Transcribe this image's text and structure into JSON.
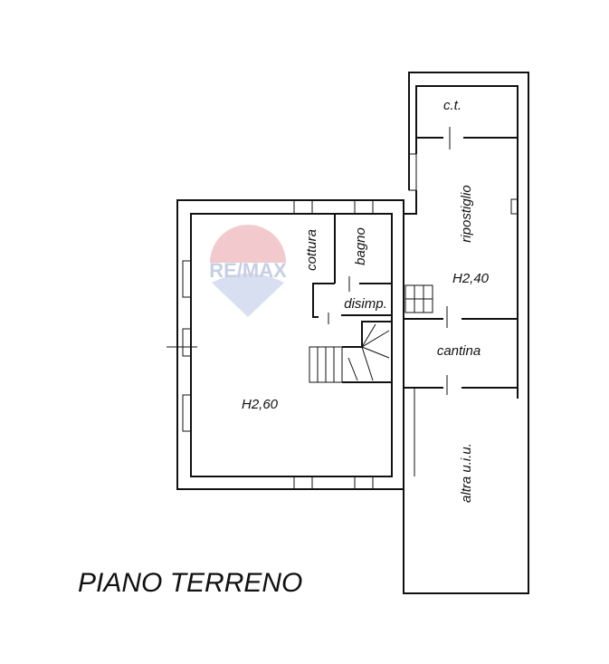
{
  "plan": {
    "title": "PIANO TERRENO",
    "watermark": "RE/MAX",
    "rooms": {
      "ct": "c.t.",
      "ripostiglio": "ripostiglio",
      "h240": "H2,40",
      "cantina": "cantina",
      "altra": "altra u.i.u.",
      "cottura": "cottura",
      "bagno": "bagno",
      "disimp": "disimp.",
      "h260": "H2,60"
    },
    "colors": {
      "watermark_red": "#e8a0a6",
      "watermark_blue": "#b9c6e4",
      "line": "#111111"
    }
  }
}
